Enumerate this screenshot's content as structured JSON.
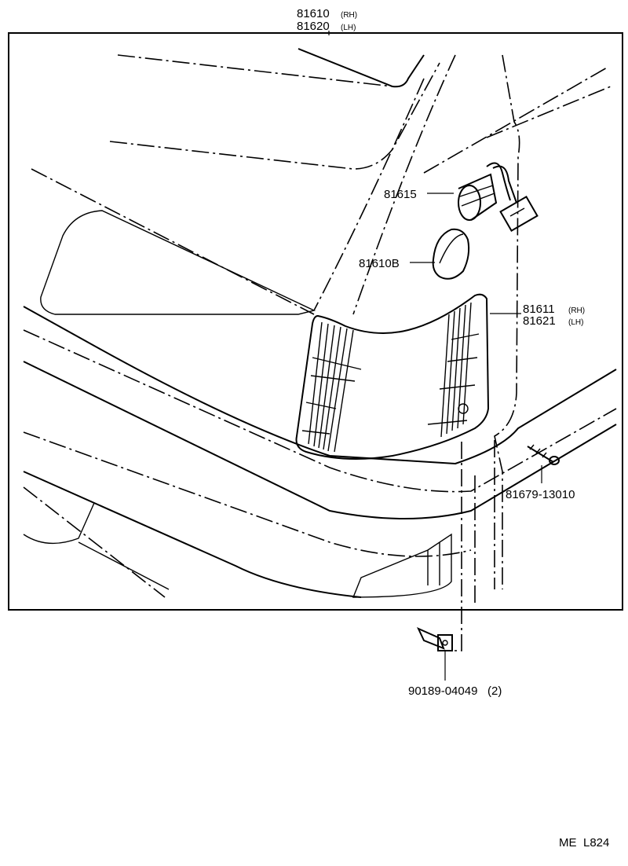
{
  "callouts": {
    "assembly": {
      "part_rh": "81610",
      "tag_rh": "(RH)",
      "part_lh": "81620",
      "tag_lh": "(LH)"
    },
    "socket": {
      "part": "81615"
    },
    "bulb": {
      "part": "81610B"
    },
    "lens": {
      "part_rh": "81611",
      "tag_rh": "(RH)",
      "part_lh": "81621",
      "tag_lh": "(LH)"
    },
    "screw": {
      "part": "81679-13010"
    },
    "clip": {
      "part": "90189-04049",
      "qty": "(2)"
    }
  },
  "footer": {
    "code": "ME",
    "ref": "L824"
  }
}
